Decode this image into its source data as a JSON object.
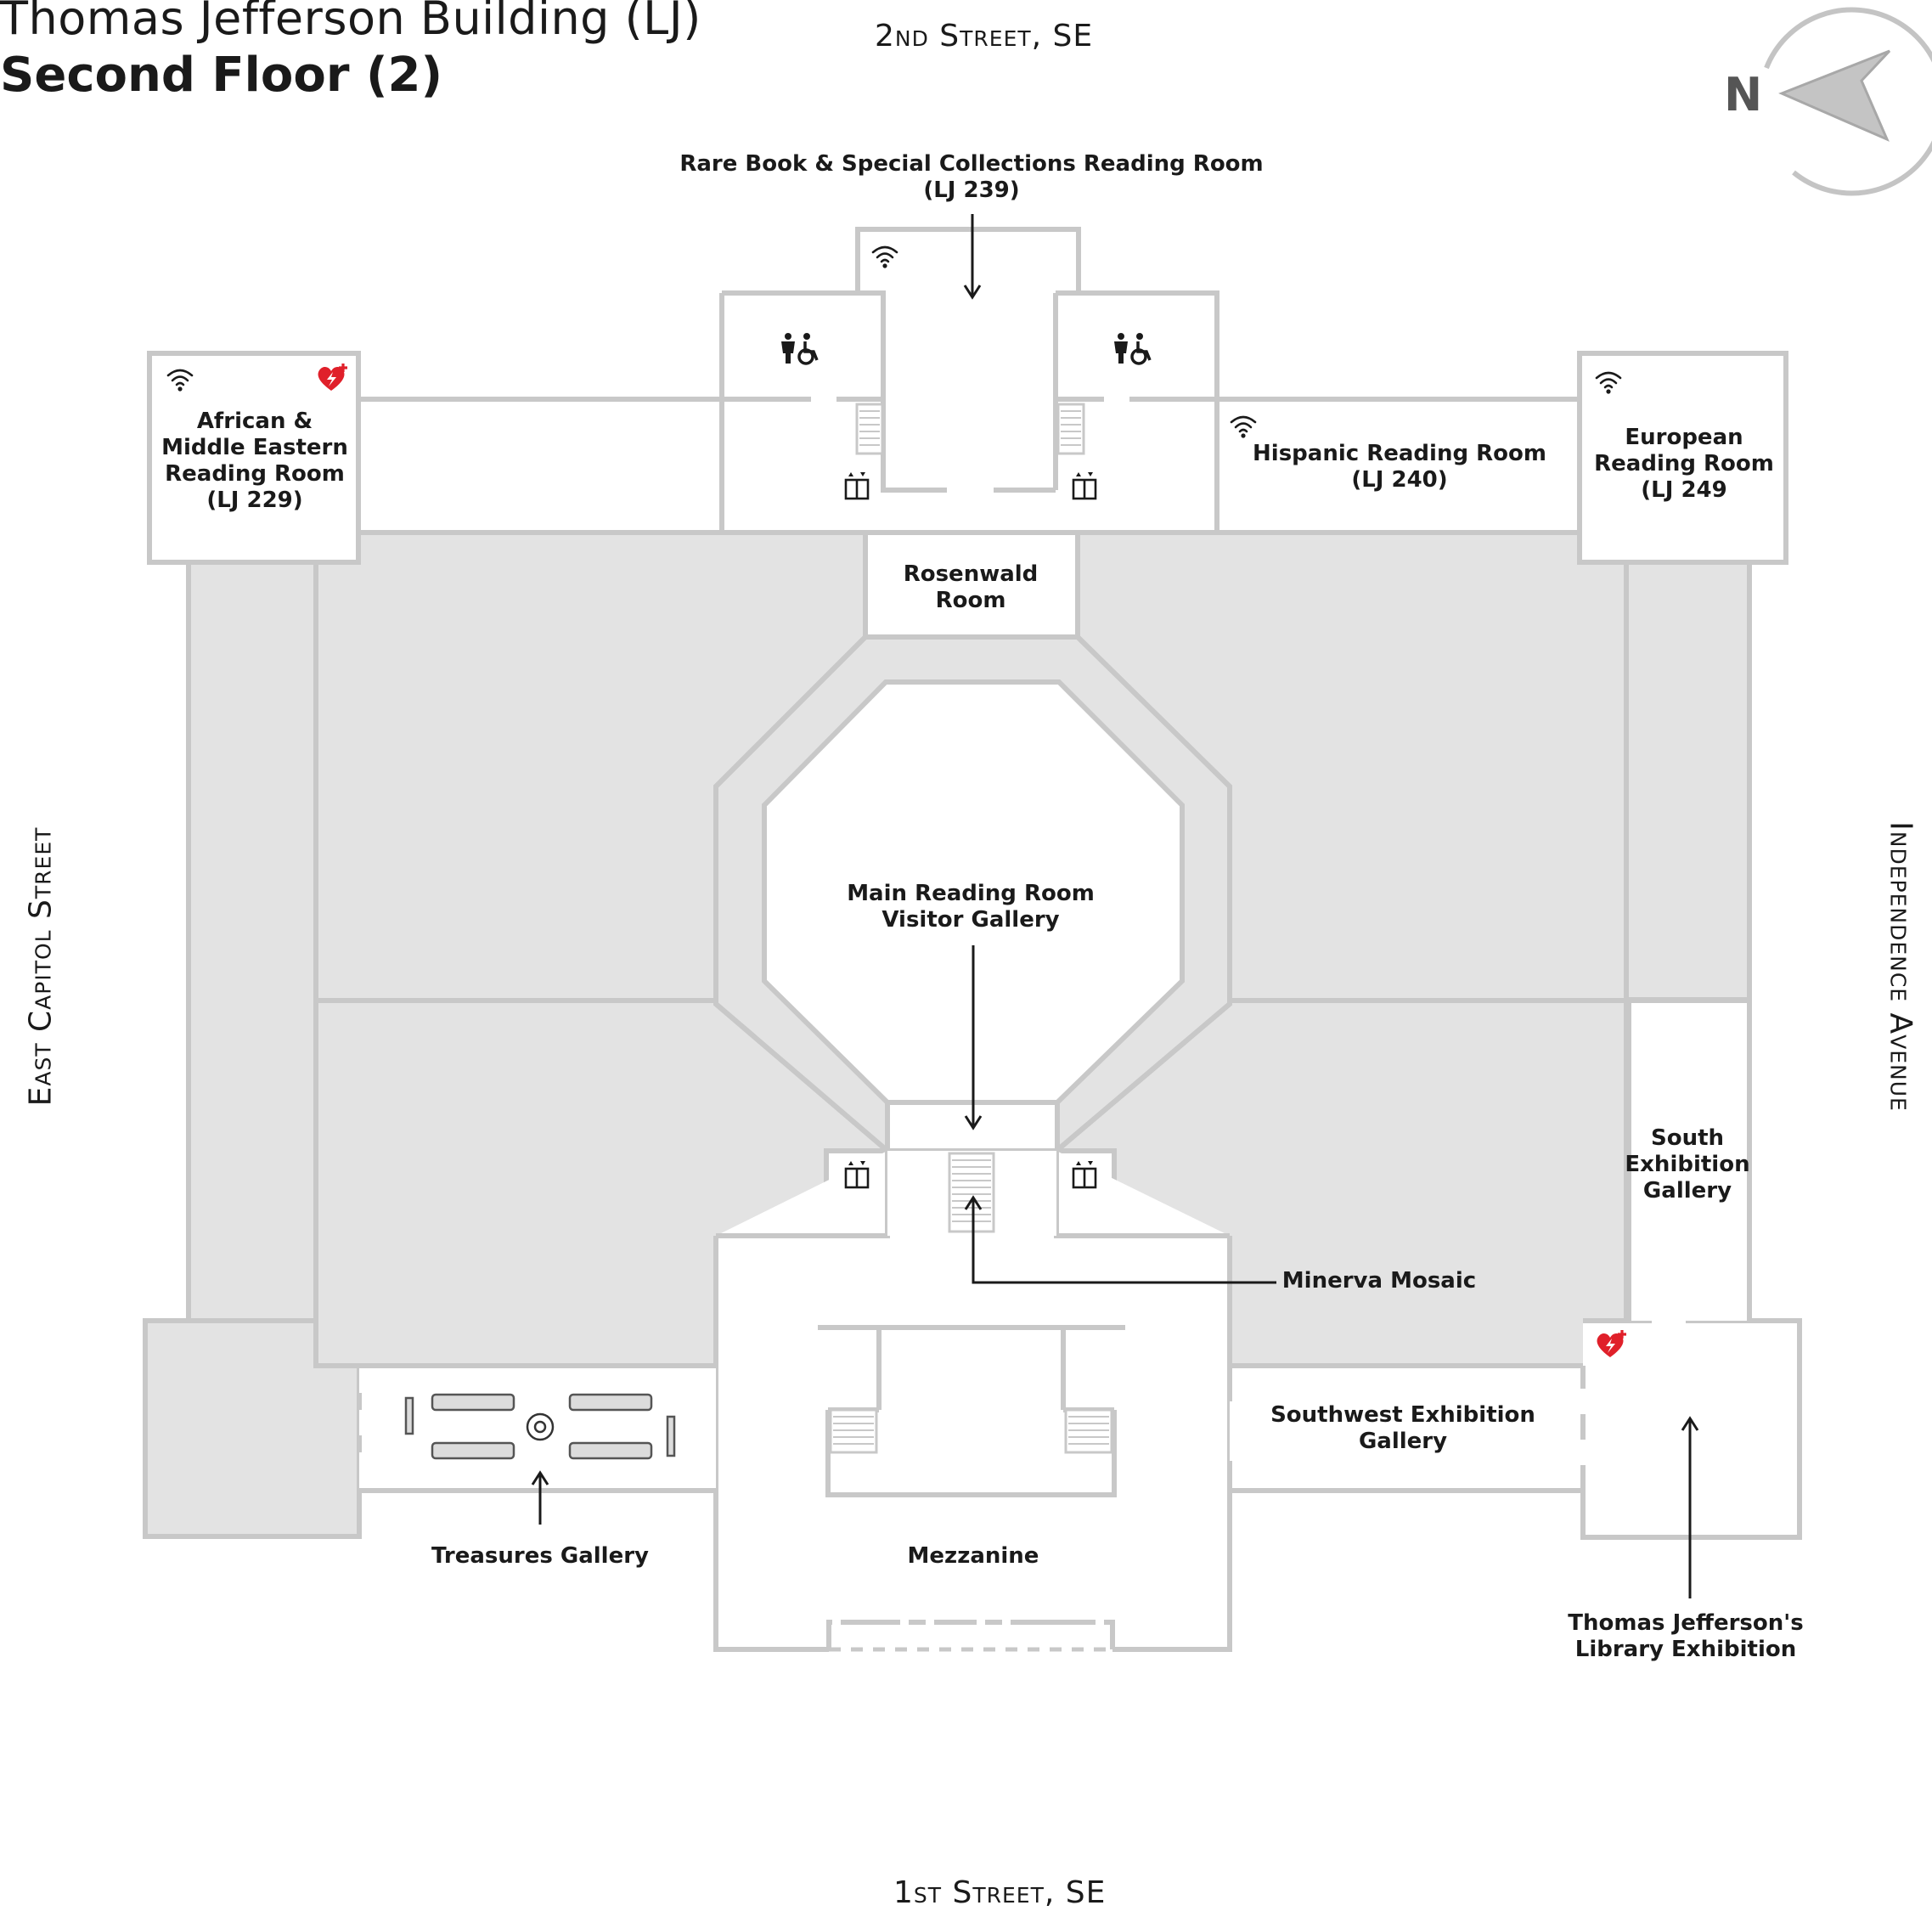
{
  "header": {
    "building": "Thomas Jefferson Building (LJ)",
    "floor": "Second Floor (2)"
  },
  "compass": {
    "label": "N"
  },
  "streets": {
    "top": "2nd Street, SE",
    "bottom": "1st Street, SE",
    "left": "East Capitol Street",
    "right": "Independence Avenue"
  },
  "rooms": {
    "rare_book": {
      "line1": "Rare Book & Special Collections Reading Room",
      "line2": "(LJ 239)"
    },
    "african": {
      "line1": "African &",
      "line2": "Middle Eastern",
      "line3": "Reading Room",
      "line4": "(LJ 229)"
    },
    "hispanic": {
      "line1": "Hispanic Reading Room",
      "line2": "(LJ  240)"
    },
    "european": {
      "line1": "European",
      "line2": "Reading Room",
      "line3": "(LJ  249"
    },
    "rosenwald": {
      "line1": "Rosenwald",
      "line2": "Room"
    },
    "main_reading": {
      "line1": "Main Reading Room",
      "line2": "Visitor Gallery"
    },
    "south_exhibition": {
      "line1": "South",
      "line2": "Exhibition",
      "line3": "Gallery"
    },
    "minerva": {
      "line1": "Minerva Mosaic"
    },
    "southwest": {
      "line1": "Southwest Exhibition",
      "line2": "Gallery"
    },
    "treasures": {
      "line1": "Treasures Gallery"
    },
    "mezzanine": {
      "line1": "Mezzanine"
    },
    "jefferson_library": {
      "line1": "Thomas Jefferson's",
      "line2": "Library Exhibition"
    }
  },
  "icons": {
    "wifi": "wifi-icon",
    "restroom": "accessible-restroom-icon",
    "elevator": "elevator-icon",
    "aed": "aed-heart-icon",
    "stairs": "stairs-icon"
  },
  "colors": {
    "wall": "#c8c8c8",
    "fill": "#e3e3e3",
    "text": "#1a1a1a",
    "aed": "#e0202a",
    "compass": "#c4c4c4"
  }
}
